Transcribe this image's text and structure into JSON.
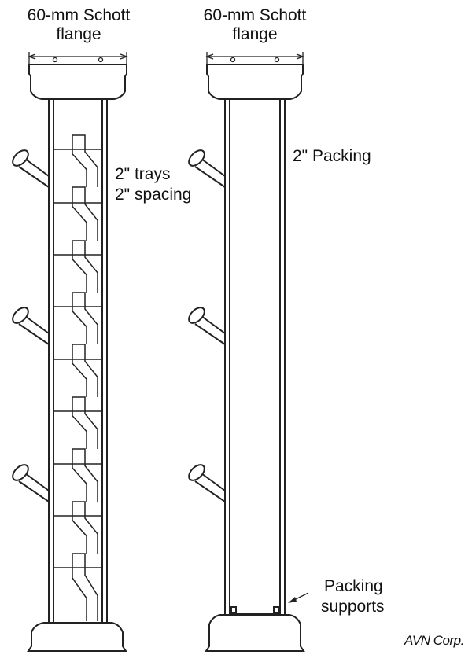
{
  "figure": {
    "left_column": {
      "flange_label_line1": "60-mm Schott",
      "flange_label_line2": "flange",
      "trays_label_line1": "2\" trays",
      "trays_label_line2": "2\" spacing"
    },
    "right_column": {
      "flange_label_line1": "60-mm Schott",
      "flange_label_line2": "flange",
      "packing_label": "2\" Packing",
      "supports_label_line1": "Packing",
      "supports_label_line2": "supports"
    },
    "credit": "AVN Corp."
  }
}
